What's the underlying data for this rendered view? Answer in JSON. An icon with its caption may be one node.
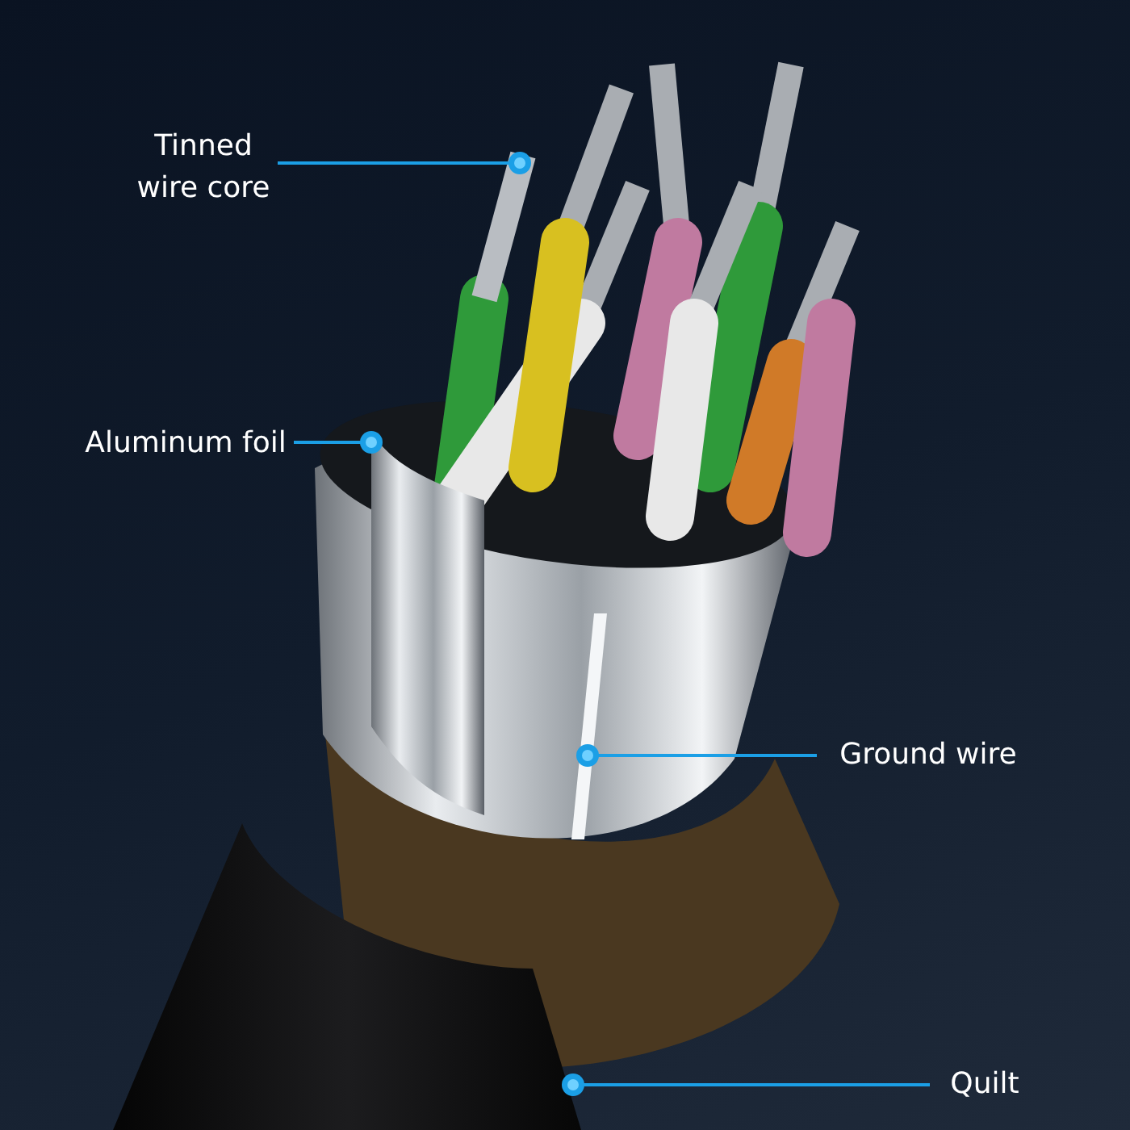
{
  "diagram": {
    "nodes": [
      {
        "text": [
          "Tinned wire core"
        ]
      },
      {
        "text": [
          "Aluminum foil"
        ]
      },
      {
        "text": [
          "Ground wire"
        ]
      },
      {
        "text": [
          "Quilt"
        ]
      },
      {
        "text": [],
        "shape": "picture"
      },
      {
        "text": [],
        "shape": "picture"
      },
      {
        "text": [],
        "shape": "picture"
      },
      {
        "text": [],
        "shape": "picture"
      }
    ],
    "edges": [
      {
        "from": 0,
        "to": 4,
        "arrow": "other"
      },
      {
        "from": 1,
        "to": 5,
        "arrow": "other"
      },
      {
        "from": 2,
        "to": 6,
        "arrow": "other"
      },
      {
        "from": 3,
        "to": 7,
        "arrow": "other"
      }
    ]
  }
}
